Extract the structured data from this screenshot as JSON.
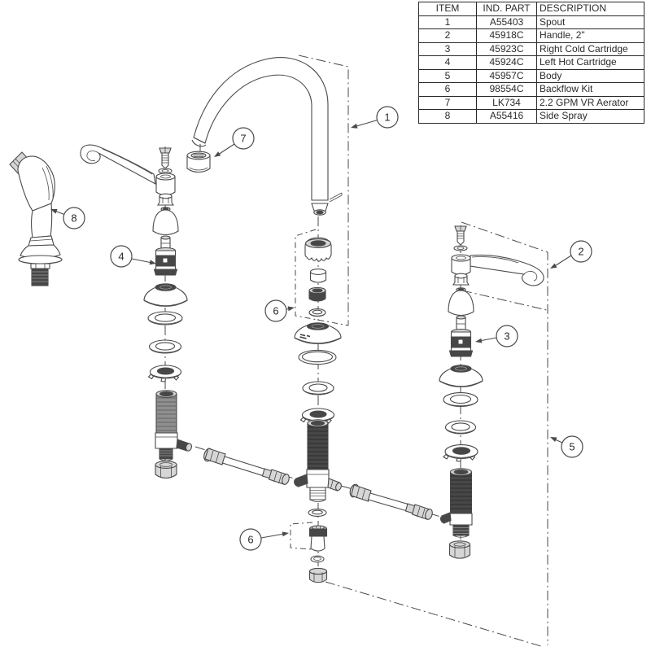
{
  "table": {
    "headers": {
      "item": "ITEM",
      "part": "IND. PART",
      "desc": "DESCRIPTION"
    },
    "rows": [
      {
        "item": "1",
        "part": "A55403",
        "desc": "Spout"
      },
      {
        "item": "2",
        "part": "45918C",
        "desc": "Handle, 2\""
      },
      {
        "item": "3",
        "part": "45923C",
        "desc": "Right Cold Cartridge"
      },
      {
        "item": "4",
        "part": "45924C",
        "desc": "Left Hot Cartridge"
      },
      {
        "item": "5",
        "part": "45957C",
        "desc": "Body"
      },
      {
        "item": "6",
        "part": "98554C",
        "desc": "Backflow Kit"
      },
      {
        "item": "7",
        "part": "LK734",
        "desc": "2.2 GPM VR Aerator"
      },
      {
        "item": "8",
        "part": "A55416",
        "desc": "Side Spray"
      }
    ]
  },
  "callouts": {
    "c1": "1",
    "c2": "2",
    "c3": "3",
    "c4": "4",
    "c5": "5",
    "c6": "6",
    "c7": "7",
    "c8": "8"
  },
  "colors": {
    "line": "#4a4a4a",
    "dark": "#474747",
    "mid": "#8f8f8f",
    "light": "#d6d6d6",
    "tborder": "#2a2a2a",
    "text": "#2b2b2b",
    "bg": "#ffffff"
  }
}
